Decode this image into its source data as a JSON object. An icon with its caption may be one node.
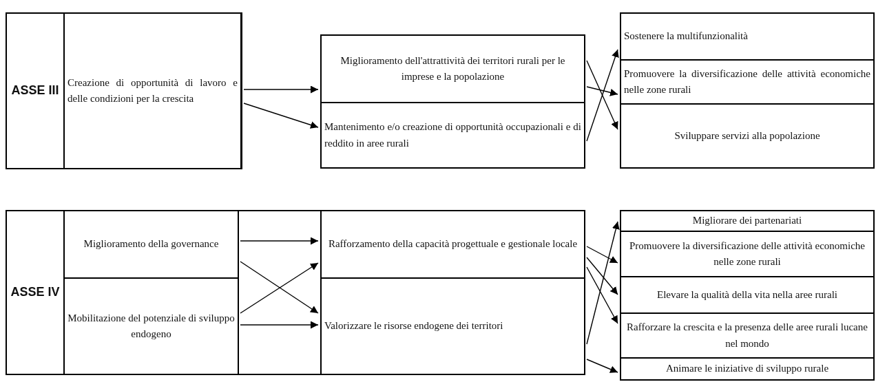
{
  "diagram": {
    "nodes": [
      {
        "text": [
          "ASSE III"
        ]
      },
      {
        "text": [
          "Creazione di opportunità di lavoro e delle condizioni per la crescita"
        ]
      },
      {
        "text": [
          "Miglioramento dell'attrattività dei territori rurali per le imprese e la popolazione"
        ]
      },
      {
        "text": [
          "Mantenimento e/o creazione di opportunità occupazionali e di reddito in aree rurali"
        ]
      },
      {
        "text": [
          "Sostenere la multifunzionalità"
        ]
      },
      {
        "text": [
          "Promuovere la diversificazione delle attività economiche nelle zone rurali"
        ]
      },
      {
        "text": [
          "Sviluppare servizi alla popolazione"
        ]
      },
      {
        "text": [
          "ASSE IV"
        ]
      },
      {
        "text": [
          "Miglioramento della governance"
        ]
      },
      {
        "text": [
          "Mobilitazione del potenziale di sviluppo endogeno"
        ]
      },
      {
        "text": [
          "Rafforzamento della capacità progettuale e gestionale locale"
        ]
      },
      {
        "text": [
          "Valorizzare le risorse endogene dei territori"
        ]
      },
      {
        "text": [
          "Migliorare dei partenariati"
        ]
      },
      {
        "text": [
          "Promuovere la diversificazione delle attività economiche nelle zone rurali"
        ]
      },
      {
        "text": [
          "Elevare la qualità della vita nella aree rurali"
        ]
      },
      {
        "text": [
          "Rafforzare la crescita e la presenza delle aree rurali lucane nel mondo"
        ]
      },
      {
        "text": [
          "Animare le iniziative di sviluppo rurale"
        ]
      }
    ],
    "edges": [
      {
        "from": 1,
        "to": 2,
        "arrow": "to"
      },
      {
        "from": 1,
        "to": 3,
        "arrow": "to"
      },
      {
        "from": 2,
        "to": 6,
        "arrow": "to"
      },
      {
        "from": 2,
        "to": 5,
        "arrow": "to"
      },
      {
        "from": 3,
        "to": 4,
        "arrow": "to"
      },
      {
        "from": 8,
        "to": 10,
        "arrow": "to"
      },
      {
        "from": 8,
        "to": 11,
        "arrow": "to"
      },
      {
        "from": 9,
        "to": 10,
        "arrow": "to"
      },
      {
        "from": 9,
        "to": 11,
        "arrow": "to"
      },
      {
        "from": 10,
        "to": 13,
        "arrow": "to"
      },
      {
        "from": 10,
        "to": 14,
        "arrow": "to"
      },
      {
        "from": 10,
        "to": 15,
        "arrow": "to"
      },
      {
        "from": 11,
        "to": 12,
        "arrow": "to"
      },
      {
        "from": 11,
        "to": 16,
        "arrow": "to"
      }
    ]
  }
}
